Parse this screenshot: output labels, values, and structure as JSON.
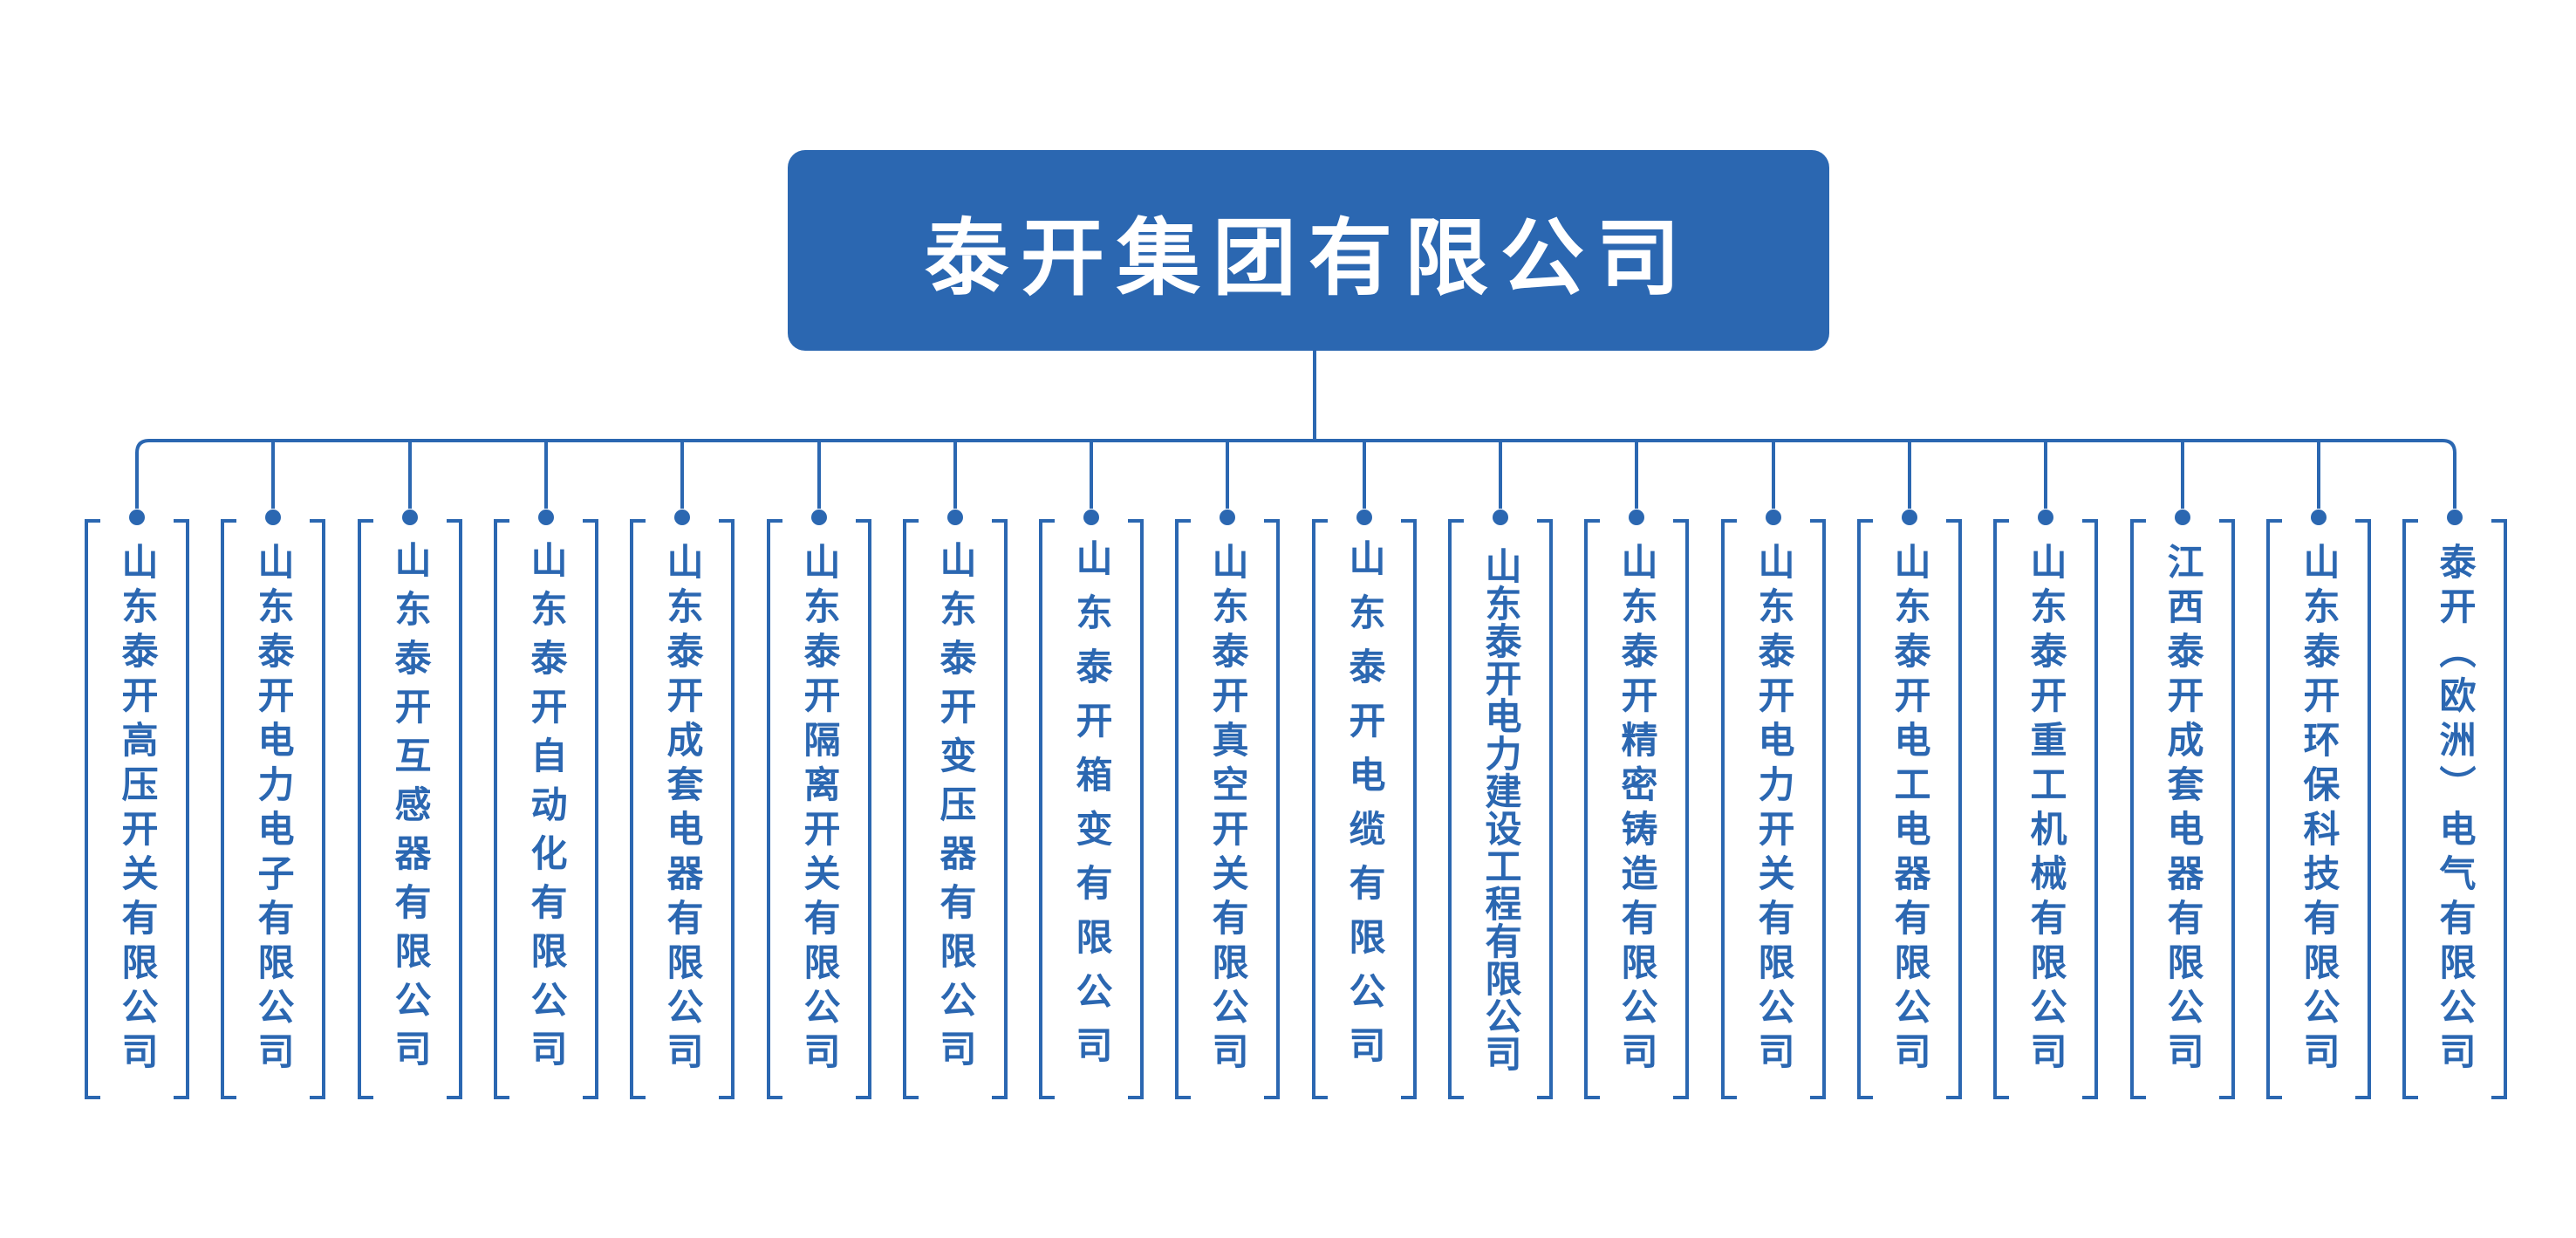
{
  "colors": {
    "primary": "#2b67b1",
    "text_on_primary": "#ffffff"
  },
  "root": {
    "label": "泰开集团有限公司"
  },
  "children": [
    {
      "label": "山东泰开高压开关有限公司"
    },
    {
      "label": "山东泰开电力电子有限公司"
    },
    {
      "label": "山东泰开互感器有限公司"
    },
    {
      "label": "山东泰开自动化有限公司"
    },
    {
      "label": "山东泰开成套电器有限公司"
    },
    {
      "label": "山东泰开隔离开关有限公司"
    },
    {
      "label": "山东泰开变压器有限公司"
    },
    {
      "label": "山东泰开箱变有限公司"
    },
    {
      "label": "山东泰开真空开关有限公司"
    },
    {
      "label": "山东泰开电缆有限公司"
    },
    {
      "label": "山东泰开电力建设工程有限公司"
    },
    {
      "label": "山东泰开精密铸造有限公司"
    },
    {
      "label": "山东泰开电力开关有限公司"
    },
    {
      "label": "山东泰开电工电器有限公司"
    },
    {
      "label": "山东泰开重工机械有限公司"
    },
    {
      "label": "江西泰开成套电器有限公司"
    },
    {
      "label": "山东泰开环保科技有限公司"
    },
    {
      "label": "泰开（欧洲）电气有限公司"
    }
  ]
}
